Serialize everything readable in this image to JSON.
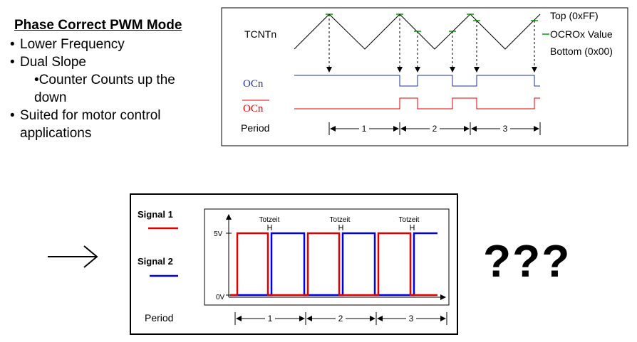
{
  "left_text": {
    "heading": "Phase Correct PWM Mode",
    "bullets": [
      {
        "text": "Lower Frequency"
      },
      {
        "text": "Dual Slope"
      },
      {
        "text": "•Counter Counts up the down"
      },
      {
        "text": "Suited for motor control applications"
      }
    ]
  },
  "pwm_diagram": {
    "counter_label": "TCNTn",
    "top_label": "Top (0xFF)",
    "ocr_label": "OCROx Value",
    "bottom_label": "Bottom (0x00)",
    "oc_label": "OCn",
    "oc_inv_label": "OCn",
    "period_label": "Period",
    "period_numbers": [
      "1",
      "2",
      "3"
    ],
    "colors": {
      "oc": "#1f2fa0",
      "oc_inv": "#e00000",
      "marker": "#00a000"
    }
  },
  "signal_diagram": {
    "signal1_label": "Signal 1",
    "signal2_label": "Signal 2",
    "y_high": "5V",
    "y_low": "0V",
    "deadtime_label": "Totzeit",
    "period_label": "Period",
    "period_numbers": [
      "1",
      "2",
      "3"
    ],
    "colors": {
      "signal1": "#e00000",
      "signal2": "#0000e0"
    }
  },
  "arrow_icon": "right-arrow-icon",
  "question_marks": "???"
}
